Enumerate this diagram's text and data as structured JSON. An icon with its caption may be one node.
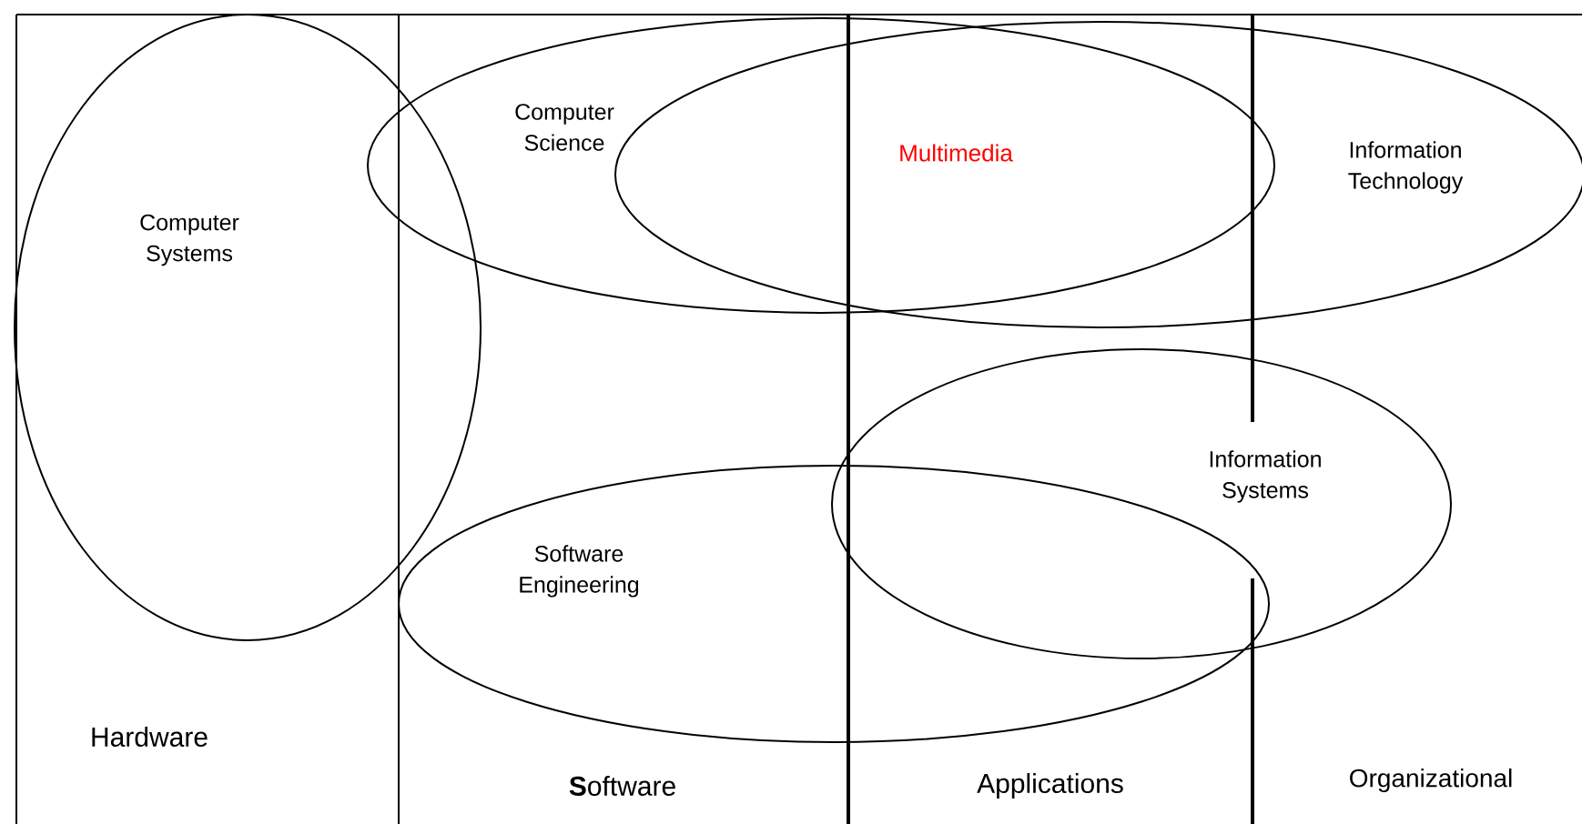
{
  "diagram": {
    "nodes": [
      {
        "text": [
          "Hardware"
        ]
      },
      {
        "text": [
          "**S**oftware"
        ]
      },
      {
        "text": [
          "Applications"
        ]
      },
      {
        "text": [
          "Organizational"
        ]
      },
      {
        "text": [
          "Computer Systems"
        ]
      },
      {
        "text": [
          "Computer Science"
        ]
      },
      {
        "text": [
          "Information Technology"
        ]
      },
      {
        "text": [
          "Information Systems"
        ]
      },
      {
        "text": [
          "Software Engineering"
        ]
      }
    ],
    "labels": [
      "Multimedia"
    ]
  }
}
